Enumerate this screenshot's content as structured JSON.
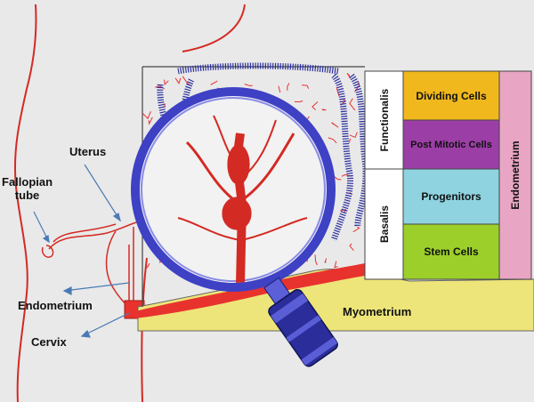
{
  "colors": {
    "background": "#e9e9e9",
    "tissue_red": "#e8322e",
    "myometrium": "#ede579",
    "gland_blue": "#2a2e9e",
    "dividing": "#f0b81c",
    "post_mitotic": "#9b3fa6",
    "progenitors": "#8fd3e0",
    "stem_cells": "#9ccf2a",
    "endometrium_bar": "#e9a6c4",
    "magnifier": "#3e41c4"
  },
  "left_labels": {
    "uterus": "Uterus",
    "fallopian": "Fallopian\ntube",
    "endometrium": "Endometrium",
    "cervix": "Cervix"
  },
  "layers": {
    "functionalis": "Functionalis",
    "basalis": "Basalis",
    "endometrium": "Endometrium",
    "myometrium": "Myometrium"
  },
  "cells": {
    "dividing": "Dividing Cells",
    "post_mitotic": "Post Mitotic Cells",
    "progenitors": "Progenitors",
    "stem": "Stem Cells"
  },
  "icons": [
    "magnifying-glass-icon"
  ]
}
